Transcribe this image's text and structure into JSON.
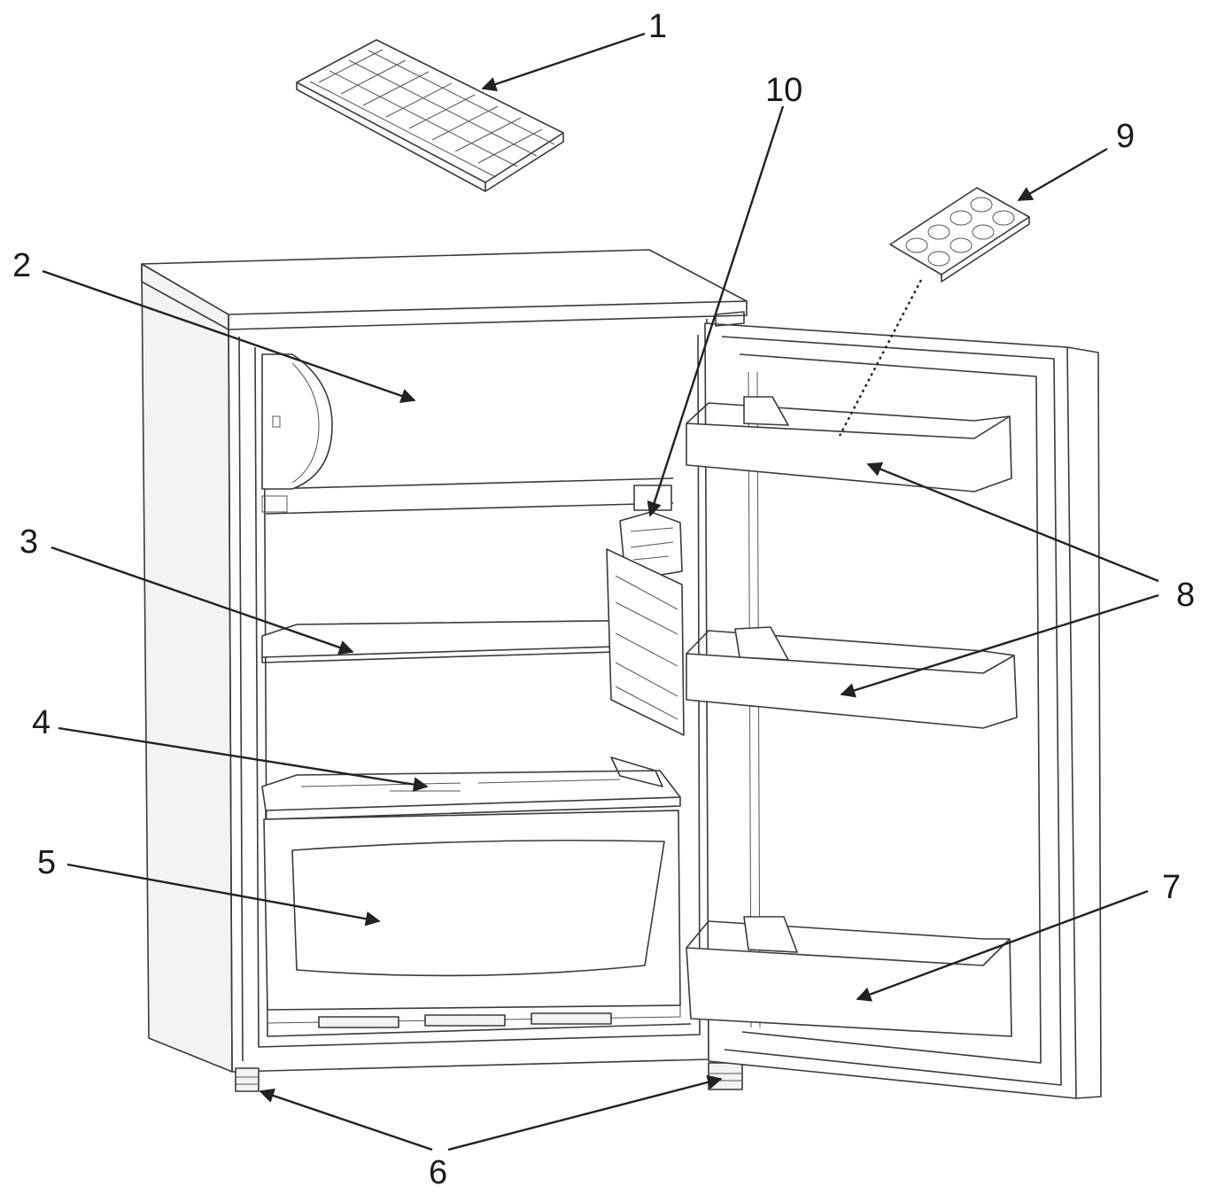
{
  "callouts": [
    {
      "id": "1",
      "label": "1"
    },
    {
      "id": "2",
      "label": "2"
    },
    {
      "id": "3",
      "label": "3"
    },
    {
      "id": "4",
      "label": "4"
    },
    {
      "id": "5",
      "label": "5"
    },
    {
      "id": "6",
      "label": "6"
    },
    {
      "id": "7",
      "label": "7"
    },
    {
      "id": "8",
      "label": "8"
    },
    {
      "id": "9",
      "label": "9"
    },
    {
      "id": "10",
      "label": "10"
    }
  ],
  "colors": {
    "line": "#3a3a3a",
    "leader": "#222222",
    "background": "#ffffff"
  }
}
